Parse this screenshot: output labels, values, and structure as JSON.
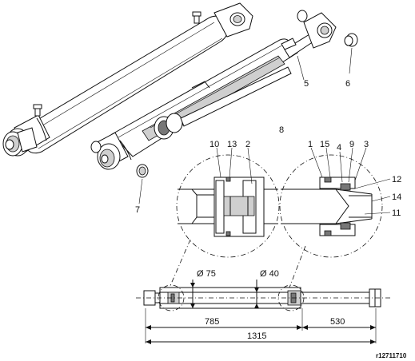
{
  "labels": {
    "p1": "1",
    "p2": "2",
    "p3": "3",
    "p4": "4",
    "p5": "5",
    "p6": "6",
    "p7": "7",
    "p8": "8",
    "p9": "9",
    "p10": "10",
    "p11": "11",
    "p12": "12",
    "p13": "13",
    "p14": "14",
    "p15": "15"
  },
  "dimensions": {
    "bore_diameter": "Ø 75",
    "rod_diameter": "Ø 40",
    "length_left": "785",
    "length_right": "530",
    "length_total": "1315"
  },
  "reference_code": "r12711710"
}
